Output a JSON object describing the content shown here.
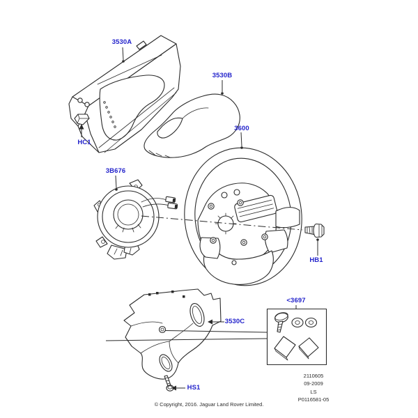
{
  "diagram": {
    "type": "exploded-parts-diagram",
    "background": "#ffffff",
    "label_color": "#2323cb",
    "line_color": "#2a2a2a",
    "callouts": [
      {
        "label": "3530A",
        "drawing": "upper-shroud"
      },
      {
        "label": "HC1",
        "drawing": "retaining-clip"
      },
      {
        "label": "3530B",
        "drawing": "lower-shroud"
      },
      {
        "label": "3600",
        "drawing": "steering-wheel"
      },
      {
        "label": "3B676",
        "drawing": "clockspring"
      },
      {
        "label": "HB1",
        "drawing": "flange-bolt"
      },
      {
        "label": "3530C",
        "drawing": "lower-trim-cover"
      },
      {
        "label": "<3697",
        "drawing": "hardware-kit"
      },
      {
        "label": "HS1",
        "drawing": "trim-screw"
      }
    ]
  },
  "info_block": {
    "lines": [
      "2110605",
      "09-2009",
      "LS",
      "P0116581-05"
    ]
  },
  "footer": {
    "copyright": "© Copyright, 2016. Jaguar Land Rover Limited."
  }
}
